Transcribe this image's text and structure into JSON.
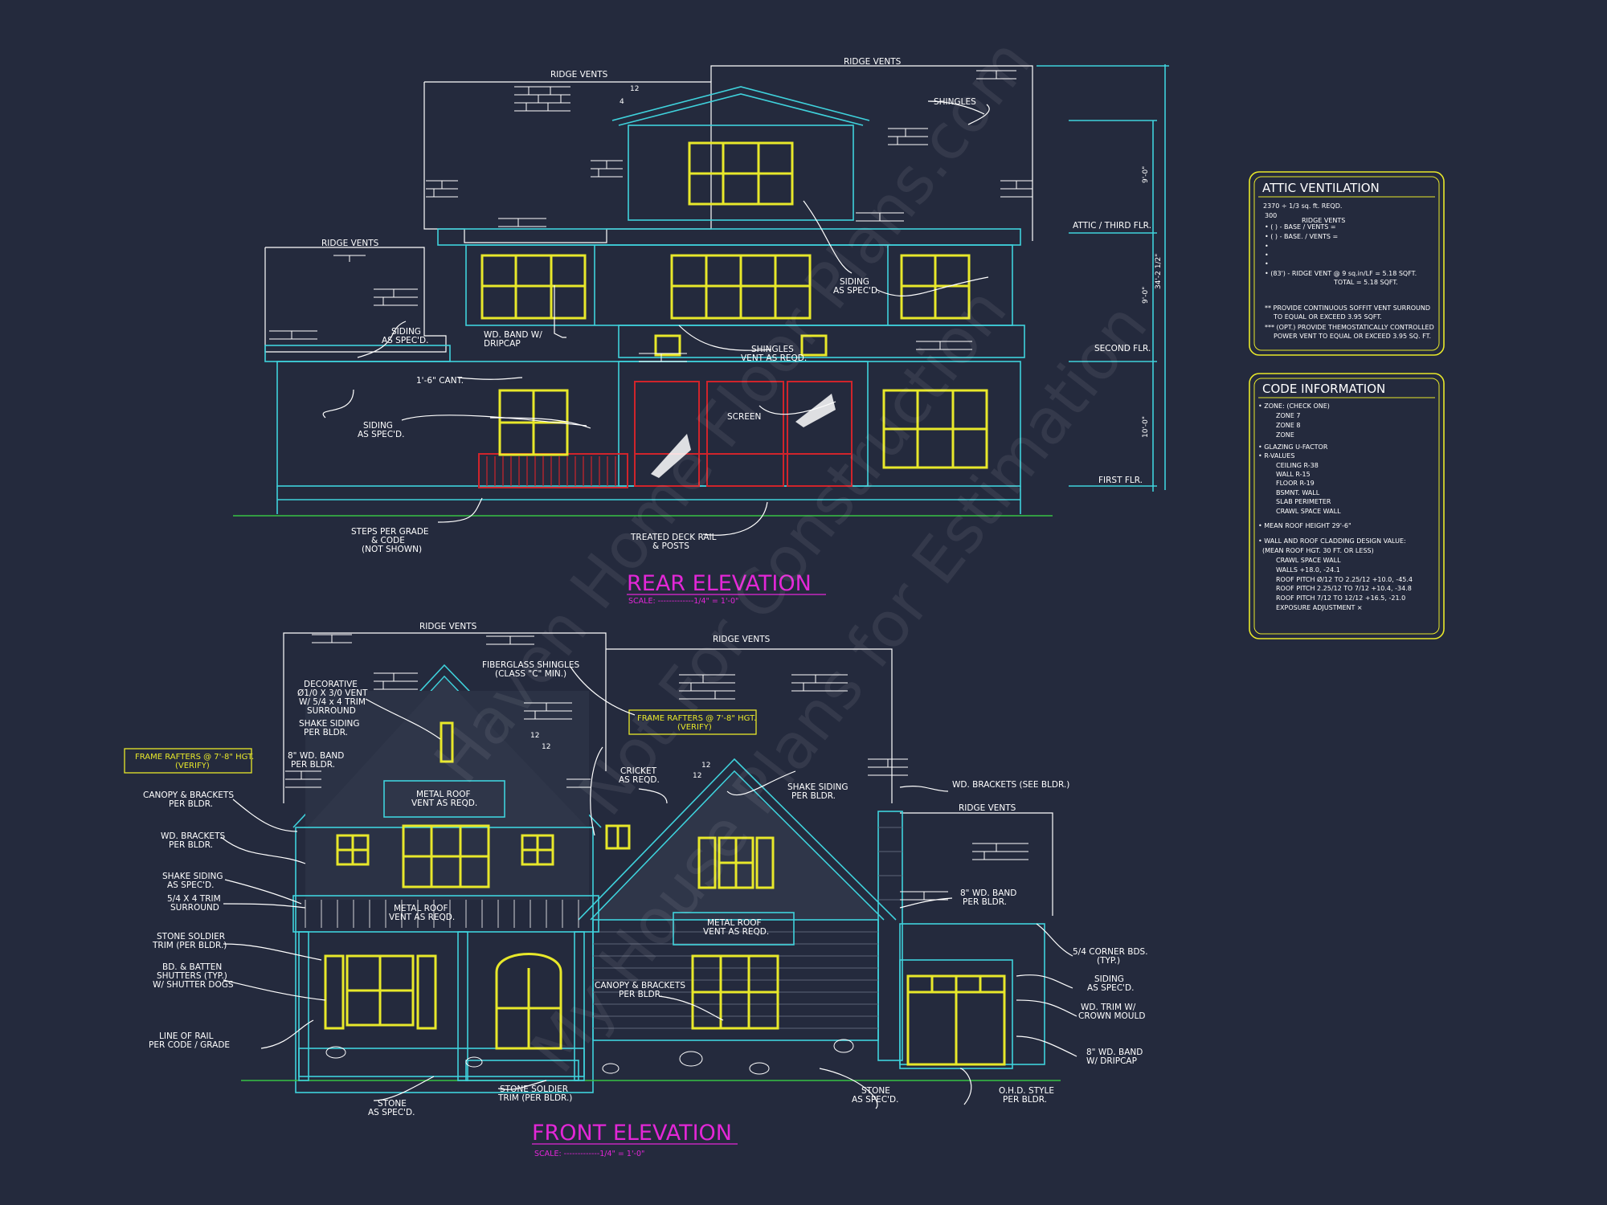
{
  "rear_elevation": {
    "title": "REAR ELEVATION",
    "scale": "SCALE: -------------1/4\" = 1'-0\"",
    "notes": {
      "ridge_vents_left": "RIDGE VENTS",
      "ridge_vents_top": "RIDGE VENTS",
      "ridge_vents_wing": "RIDGE VENTS",
      "shingles": "SHINGLES",
      "siding_1": "SIDING",
      "siding_1b": "AS SPEC'D.",
      "siding_2": "SIDING",
      "siding_2b": "AS SPEC'D.",
      "siding_3": "SIDING",
      "siding_3b": "AS SPEC'D.",
      "band_1": "WD. BAND W/",
      "band_2": "DRIPCAP",
      "shingles_vent_1": "SHINGLES",
      "shingles_vent_2": "VENT AS REQD.",
      "cant": "1'-6\" CANT.",
      "screen": "SCREEN",
      "steps_1": "STEPS PER GRADE",
      "steps_2": "& CODE",
      "steps_3": "(NOT SHOWN)",
      "deck_1": "TREATED DECK RAIL",
      "deck_2": "& POSTS",
      "pitch_12": "12",
      "pitch_4": "4"
    },
    "levels": {
      "attic": "ATTIC / THIRD FLR.",
      "second": "SECOND FLR.",
      "first": "FIRST FLR.",
      "dim_upper": "9'-0\"",
      "dim_mid": "9'-0\"",
      "dim_total": "34'-2 1/2\"",
      "dim_lower": "10'-0\""
    }
  },
  "front_elevation": {
    "title": "FRONT ELEVATION",
    "scale": "SCALE: -------------1/4\" = 1'-0\"",
    "notes": {
      "ridge_vents_1": "RIDGE VENTS",
      "ridge_vents_2": "RIDGE VENTS",
      "ridge_vents_3": "RIDGE VENTS",
      "fiberglass_1": "FIBERGLASS SHINGLES",
      "fiberglass_2": "(CLASS \"C\" MIN.)",
      "decorative_1": "DECORATIVE",
      "decorative_2": "Ø1/0 X 3/0 VENT",
      "decorative_3": "W/ 5/4 x 4 TRIM",
      "decorative_4": "SURROUND",
      "shake_1": "SHAKE SIDING",
      "shake_1b": "PER BLDR.",
      "band8_1": "8\" WD. BAND",
      "band8_1b": "PER BLDR.",
      "frame_rafters_left_1": "FRAME RAFTERS @ 7'-8\" HGT.",
      "frame_rafters_left_2": "(VERIFY)",
      "frame_rafters_right_1": "FRAME RAFTERS @ 7'-8\" HGT.",
      "frame_rafters_right_2": "(VERIFY)",
      "canopy_1": "CANOPY & BRACKETS",
      "canopy_1b": "PER BLDR.",
      "brackets_1": "WD. BRACKETS",
      "brackets_1b": "PER BLDR.",
      "shake_2": "SHAKE SIDING",
      "shake_2b": "AS SPEC'D.",
      "trim_1": "5/4 X 4 TRIM",
      "trim_1b": "SURROUND",
      "stone_soldier_1": "STONE SOLDIER",
      "stone_soldier_1b": "TRIM (PER BLDR.)",
      "shutters_1": "BD. & BATTEN",
      "shutters_2": "SHUTTERS (TYP.)",
      "shutters_3": "W/ SHUTTER DOGS",
      "rail_1": "LINE OF RAIL",
      "rail_2": "PER CODE / GRADE",
      "metal_roof_1": "METAL ROOF",
      "metal_roof_1b": "VENT AS REQD.",
      "metal_roof_2": "METAL ROOF",
      "metal_roof_2b": "VENT AS REQD.",
      "metal_roof_3": "METAL ROOF",
      "metal_roof_3b": "VENT AS REQD.",
      "cricket_1": "CRICKET",
      "cricket_2": "AS REQD.",
      "shake_3": "SHAKE SIDING",
      "shake_3b": "PER BLDR.",
      "wd_brackets_see": "WD. BRACKETS (SEE BLDR.)",
      "band8_2": "8\" WD. BAND",
      "band8_2b": "PER BLDR.",
      "corner_1": "5/4 CORNER BDS.",
      "corner_2": "(TYP.)",
      "siding_1": "SIDING",
      "siding_1b": "AS SPEC'D.",
      "crown_1": "WD. TRIM W/",
      "crown_2": "CROWN MOULD",
      "band8_3": "8\" WD. BAND",
      "band8_3b": "W/ DRIPCAP",
      "canopy_2": "CANOPY & BRACKETS",
      "canopy_2b": "PER BLDR.",
      "stone_1": "STONE",
      "stone_1b": "AS SPEC'D.",
      "stone_soldier_2": "STONE SOLDIER",
      "stone_soldier_2b": "TRIM (PER BLDR.)",
      "stone_2": "STONE",
      "stone_2b": "AS SPEC'D.",
      "ohd_1": "O.H.D. STYLE",
      "ohd_2": "PER BLDR.",
      "pitch_12a": "12",
      "pitch_12b": "12",
      "pitch_12c": "12",
      "pitch_12d": "12"
    }
  },
  "attic_ventilation": {
    "title": "ATTIC VENTILATION",
    "lines": [
      "2370 ÷ 1/3 sq. ft. REQD.",
      "300",
      "RIDGE VENTS",
      "• (  ) -         BASE    /    VENTS   =",
      "• (  ) -         BASE.   /    VENTS   =",
      "•",
      "•",
      "•",
      "• (83') - RIDGE VENT @ 9 sq.in/LF = 5.18 SQFT.",
      "TOTAL     = 5.18 SQFT.",
      "** PROVIDE CONTINUOUS SOFFIT VENT SURROUND",
      "TO EQUAL OR EXCEED 3.95 SQFT.",
      "*** (OPT.) PROVIDE THEMOSTATICALLY CONTROLLED",
      "POWER VENT TO EQUAL OR EXCEED 3.95 SQ. FT."
    ]
  },
  "code_information": {
    "title": "CODE INFORMATION",
    "lines": [
      "• ZONE: (CHECK ONE)",
      "ZONE 7",
      "ZONE 8",
      "ZONE",
      "• GLAZING U-FACTOR",
      "• R-VALUES",
      "CEILING                R-38",
      "WALL                    R-15",
      "FLOOR                  R-19",
      "BSMNT. WALL",
      "SLAB PERIMETER",
      "CRAWL SPACE WALL",
      "• MEAN ROOF HEIGHT   29'-6\"",
      "• WALL AND ROOF CLADDING DESIGN VALUE:",
      "(MEAN ROOF HGT. 30 FT. OR LESS)",
      "CRAWL SPACE WALL",
      "WALLS                        +18.0, -24.1",
      "ROOF PITCH Ø/12 TO 2.25/12   +10.0, -45.4",
      "ROOF PITCH 2.25/12 TO 7/12   +10.4, -34.8",
      "ROOF PITCH 7/12 TO 12/12     +16.5, -21.0",
      "EXPOSURE ADJUSTMENT         ×"
    ]
  },
  "watermark": {
    "line1": "Haven Home Floor Plans.com",
    "line2": "Not For Construction",
    "line3": "My House Plans for Estimation"
  }
}
